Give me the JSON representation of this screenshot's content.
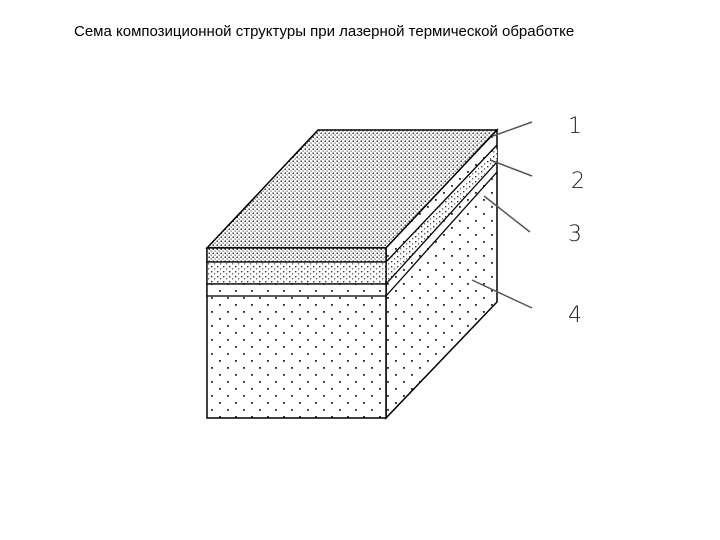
{
  "slide": {
    "title": "Сема композиционной структуры при лазерной термической обработке"
  },
  "diagram": {
    "layers": [
      {
        "label": "1"
      },
      {
        "label": "2"
      },
      {
        "label": "3"
      },
      {
        "label": "4"
      }
    ]
  }
}
